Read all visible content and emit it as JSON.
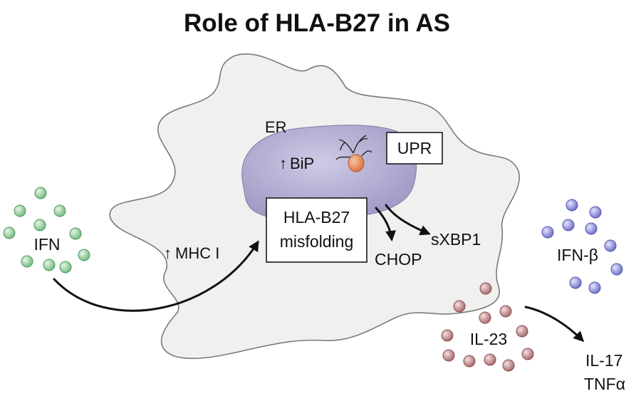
{
  "title": "Role of HLA-B27 in AS",
  "labels": {
    "er": "ER",
    "bip": "BiP",
    "upr": "UPR",
    "hla_line1": "HLA-B27",
    "hla_line2": "misfolding",
    "sxbp1": "sXBP1",
    "chop": "CHOP",
    "mhc": "MHC I",
    "up_arrow": "↑",
    "ifn": "IFN",
    "ifn_beta": "IFN-β",
    "il23": "IL-23",
    "il17": "IL-17",
    "tnfa": "TNFα"
  },
  "colors": {
    "cell_fill": "#f0f0ee",
    "cell_stroke": "#7a7a7a",
    "er_fill": "#b3aed0",
    "ifn_dot": "#7fc48a",
    "ifn_beta_dot": "#7f81d6",
    "il23_dot": "#b57a7e",
    "protein": "#e58a55"
  }
}
